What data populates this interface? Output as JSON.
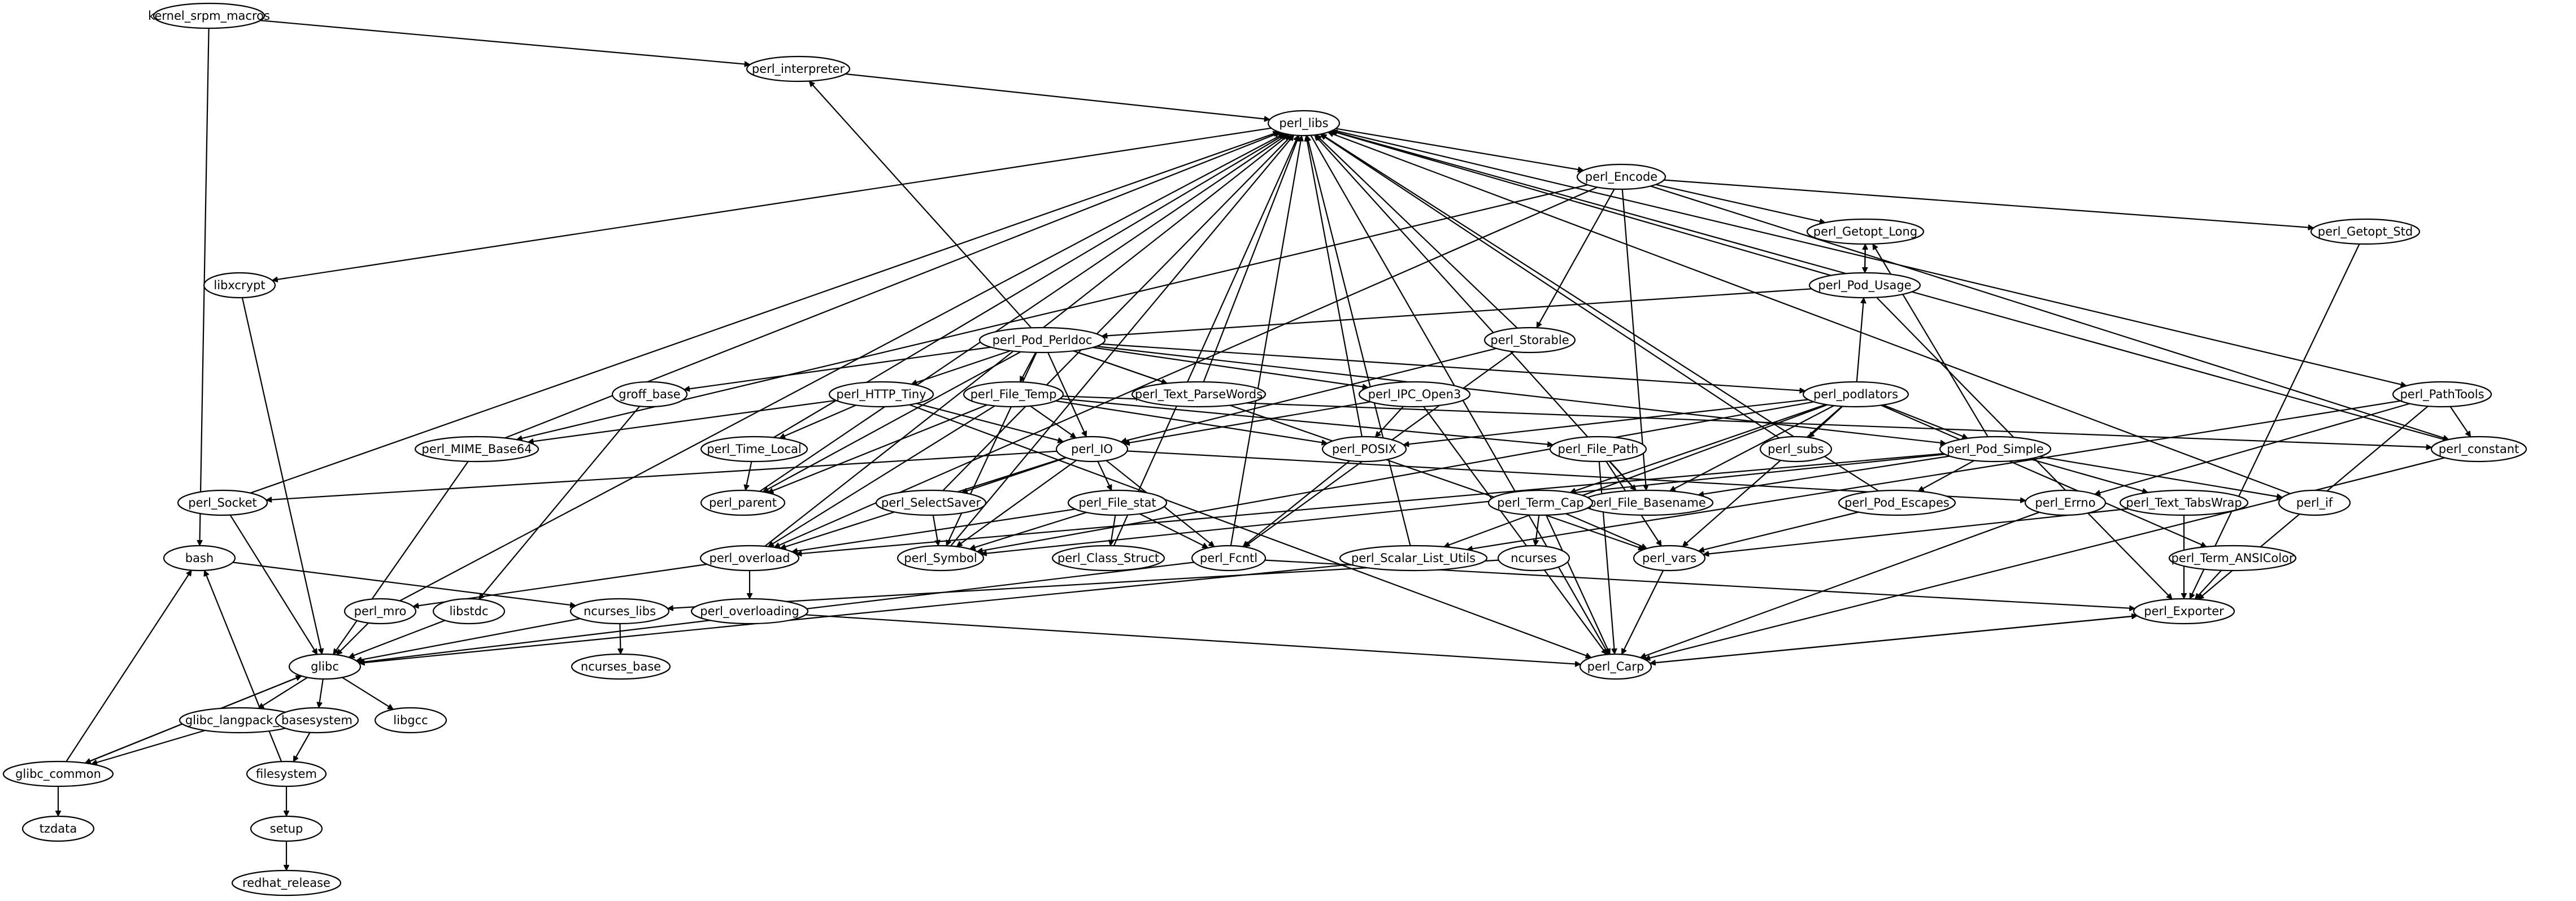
{
  "diagram": {
    "type": "dependency-graph",
    "nodes": [
      {
        "id": "kernel_srpm_macros",
        "label": "kernel_srpm_macros"
      },
      {
        "id": "perl_interpreter",
        "label": "perl_interpreter"
      },
      {
        "id": "perl_libs",
        "label": "perl_libs"
      },
      {
        "id": "perl_Encode",
        "label": "perl_Encode"
      },
      {
        "id": "perl_Getopt_Long",
        "label": "perl_Getopt_Long"
      },
      {
        "id": "perl_Getopt_Std",
        "label": "perl_Getopt_Std"
      },
      {
        "id": "perl_Pod_Usage",
        "label": "perl_Pod_Usage"
      },
      {
        "id": "libxcrypt",
        "label": "libxcrypt"
      },
      {
        "id": "perl_Pod_Perldoc",
        "label": "perl_Pod_Perldoc"
      },
      {
        "id": "perl_Storable",
        "label": "perl_Storable"
      },
      {
        "id": "groff_base",
        "label": "groff_base"
      },
      {
        "id": "perl_HTTP_Tiny",
        "label": "perl_HTTP_Tiny"
      },
      {
        "id": "perl_File_Temp",
        "label": "perl_File_Temp"
      },
      {
        "id": "perl_Text_ParseWords",
        "label": "perl_Text_ParseWords"
      },
      {
        "id": "perl_IPC_Open3",
        "label": "perl_IPC_Open3"
      },
      {
        "id": "perl_podlators",
        "label": "perl_podlators"
      },
      {
        "id": "perl_PathTools",
        "label": "perl_PathTools"
      },
      {
        "id": "perl_MIME_Base64",
        "label": "perl_MIME_Base64"
      },
      {
        "id": "perl_Time_Local",
        "label": "perl_Time_Local"
      },
      {
        "id": "perl_IO",
        "label": "perl_IO"
      },
      {
        "id": "perl_POSIX",
        "label": "perl_POSIX"
      },
      {
        "id": "perl_File_Path",
        "label": "perl_File_Path"
      },
      {
        "id": "perl_subs",
        "label": "perl_subs"
      },
      {
        "id": "perl_Pod_Simple",
        "label": "perl_Pod_Simple"
      },
      {
        "id": "perl_constant",
        "label": "perl_constant"
      },
      {
        "id": "perl_Socket",
        "label": "perl_Socket"
      },
      {
        "id": "perl_parent",
        "label": "perl_parent"
      },
      {
        "id": "perl_SelectSaver",
        "label": "perl_SelectSaver"
      },
      {
        "id": "perl_File_stat",
        "label": "perl_File_stat"
      },
      {
        "id": "perl_File_Basename",
        "label": "perl_File_Basename"
      },
      {
        "id": "perl_Errno",
        "label": "perl_Errno"
      },
      {
        "id": "perl_Text_TabsWrap",
        "label": "perl_Text_TabsWrap"
      },
      {
        "id": "perl_if",
        "label": "perl_if"
      },
      {
        "id": "perl_Term_Cap",
        "label": "perl_Term_Cap"
      },
      {
        "id": "perl_Pod_Escapes",
        "label": "perl_Pod_Escapes"
      },
      {
        "id": "bash",
        "label": "bash"
      },
      {
        "id": "perl_overload",
        "label": "perl_overload"
      },
      {
        "id": "perl_Symbol",
        "label": "perl_Symbol"
      },
      {
        "id": "perl_Class_Struct",
        "label": "perl_Class_Struct"
      },
      {
        "id": "perl_Fcntl",
        "label": "perl_Fcntl"
      },
      {
        "id": "perl_Scalar_List_Utils",
        "label": "perl_Scalar_List_Utils"
      },
      {
        "id": "ncurses",
        "label": "ncurses"
      },
      {
        "id": "perl_vars",
        "label": "perl_vars"
      },
      {
        "id": "perl_Term_ANSIColor",
        "label": "perl_Term_ANSIColor"
      },
      {
        "id": "perl_mro",
        "label": "perl_mro"
      },
      {
        "id": "libstdc",
        "label": "libstdc"
      },
      {
        "id": "ncurses_libs",
        "label": "ncurses_libs"
      },
      {
        "id": "perl_overloading",
        "label": "perl_overloading"
      },
      {
        "id": "perl_Exporter",
        "label": "perl_Exporter"
      },
      {
        "id": "glibc",
        "label": "glibc"
      },
      {
        "id": "ncurses_base",
        "label": "ncurses_base"
      },
      {
        "id": "perl_Carp",
        "label": "perl_Carp"
      },
      {
        "id": "glibc_langpack_en",
        "label": "glibc_langpack_en"
      },
      {
        "id": "basesystem",
        "label": "basesystem"
      },
      {
        "id": "libgcc",
        "label": "libgcc"
      },
      {
        "id": "glibc_common",
        "label": "glibc_common"
      },
      {
        "id": "filesystem",
        "label": "filesystem"
      },
      {
        "id": "tzdata",
        "label": "tzdata"
      },
      {
        "id": "setup",
        "label": "setup"
      },
      {
        "id": "redhat_release",
        "label": "redhat_release"
      }
    ],
    "edges": [
      [
        "kernel_srpm_macros",
        "perl_interpreter"
      ],
      [
        "kernel_srpm_macros",
        "bash"
      ],
      [
        "perl_interpreter",
        "perl_libs"
      ],
      [
        "perl_libs",
        "perl_Encode"
      ],
      [
        "perl_libs",
        "libxcrypt"
      ],
      [
        "perl_libs",
        "perl_PathTools"
      ],
      [
        "perl_libs",
        "perl_Carp"
      ],
      [
        "perl_Encode",
        "perl_Getopt_Long"
      ],
      [
        "perl_Encode",
        "perl_Getopt_Std"
      ],
      [
        "perl_Encode",
        "perl_Storable"
      ],
      [
        "perl_Encode",
        "perl_MIME_Base64"
      ],
      [
        "perl_Encode",
        "perl_File_Basename"
      ],
      [
        "perl_Encode",
        "perl_constant"
      ],
      [
        "perl_Encode",
        "perl_overload"
      ],
      [
        "perl_Getopt_Long",
        "perl_Pod_Usage"
      ],
      [
        "perl_Pod_Usage",
        "perl_Getopt_Long"
      ],
      [
        "perl_Pod_Usage",
        "perl_libs"
      ],
      [
        "perl_Pod_Usage",
        "perl_Pod_Perldoc"
      ],
      [
        "perl_Pod_Usage",
        "perl_Exporter"
      ],
      [
        "perl_Getopt_Std",
        "perl_Exporter"
      ],
      [
        "libxcrypt",
        "glibc"
      ],
      [
        "perl_Pod_Perldoc",
        "perl_interpreter"
      ],
      [
        "perl_Pod_Perldoc",
        "groff_base"
      ],
      [
        "perl_Pod_Perldoc",
        "perl_HTTP_Tiny"
      ],
      [
        "perl_Pod_Perldoc",
        "perl_File_Temp"
      ],
      [
        "perl_Pod_Perldoc",
        "perl_Text_ParseWords"
      ],
      [
        "perl_Pod_Perldoc",
        "perl_IPC_Open3"
      ],
      [
        "perl_Pod_Perldoc",
        "perl_podlators"
      ],
      [
        "perl_Pod_Perldoc",
        "perl_IO"
      ],
      [
        "perl_Pod_Perldoc",
        "perl_parent"
      ],
      [
        "perl_Pod_Perldoc",
        "perl_Symbol"
      ],
      [
        "perl_Pod_Perldoc",
        "perl_vars"
      ],
      [
        "perl_Pod_Perldoc",
        "perl_Pod_Simple"
      ],
      [
        "perl_Storable",
        "perl_libs"
      ],
      [
        "perl_Storable",
        "perl_IO"
      ],
      [
        "perl_Storable",
        "perl_Fcntl"
      ],
      [
        "groff_base",
        "libstdc"
      ],
      [
        "perl_HTTP_Tiny",
        "perl_MIME_Base64"
      ],
      [
        "perl_HTTP_Tiny",
        "perl_Time_Local"
      ],
      [
        "perl_HTTP_Tiny",
        "perl_IO"
      ],
      [
        "perl_HTTP_Tiny",
        "perl_Carp"
      ],
      [
        "perl_File_Temp",
        "perl_IO"
      ],
      [
        "perl_File_Temp",
        "perl_POSIX"
      ],
      [
        "perl_File_Temp",
        "perl_File_Path"
      ],
      [
        "perl_File_Temp",
        "perl_parent"
      ],
      [
        "perl_File_Temp",
        "perl_overload"
      ],
      [
        "perl_File_Temp",
        "perl_constant"
      ],
      [
        "perl_Text_ParseWords",
        "perl_libs"
      ],
      [
        "perl_IPC_Open3",
        "perl_POSIX"
      ],
      [
        "perl_IPC_Open3",
        "perl_IO"
      ],
      [
        "perl_IPC_Open3",
        "perl_Carp"
      ],
      [
        "perl_podlators",
        "perl_Pod_Usage"
      ],
      [
        "perl_podlators",
        "perl_subs"
      ],
      [
        "perl_podlators",
        "perl_Pod_Simple"
      ],
      [
        "perl_podlators",
        "perl_POSIX"
      ],
      [
        "perl_podlators",
        "perl_Term_Cap"
      ],
      [
        "perl_podlators",
        "perl_Term_ANSIColor"
      ],
      [
        "perl_podlators",
        "perl_File_Basename"
      ],
      [
        "perl_podlators",
        "perl_vars"
      ],
      [
        "perl_podlators",
        "perl_Scalar_List_Utils"
      ],
      [
        "perl_podlators",
        "perl_Symbol"
      ],
      [
        "perl_PathTools",
        "perl_constant"
      ],
      [
        "perl_PathTools",
        "perl_Errno"
      ],
      [
        "perl_PathTools",
        "perl_Exporter"
      ],
      [
        "perl_PathTools",
        "perl_Scalar_List_Utils"
      ],
      [
        "perl_MIME_Base64",
        "perl_libs"
      ],
      [
        "perl_MIME_Base64",
        "glibc"
      ],
      [
        "perl_Time_Local",
        "perl_libs"
      ],
      [
        "perl_Time_Local",
        "perl_parent"
      ],
      [
        "perl_IO",
        "perl_Socket"
      ],
      [
        "perl_IO",
        "perl_SelectSaver"
      ],
      [
        "perl_IO",
        "perl_File_stat"
      ],
      [
        "perl_IO",
        "perl_Symbol"
      ],
      [
        "perl_IO",
        "perl_Fcntl"
      ],
      [
        "perl_IO",
        "perl_Errno"
      ],
      [
        "perl_IO",
        "perl_overload"
      ],
      [
        "perl_POSIX",
        "perl_libs"
      ],
      [
        "perl_POSIX",
        "perl_Fcntl"
      ],
      [
        "perl_File_Path",
        "perl_File_Basename"
      ],
      [
        "perl_File_Path",
        "perl_vars"
      ],
      [
        "perl_File_Path",
        "perl_Carp"
      ],
      [
        "perl_subs",
        "perl_libs"
      ],
      [
        "perl_Pod_Simple",
        "perl_Getopt_Long"
      ],
      [
        "perl_Pod_Simple",
        "perl_Pod_Escapes"
      ],
      [
        "perl_Pod_Simple",
        "perl_Text_TabsWrap"
      ],
      [
        "perl_Pod_Simple",
        "perl_if"
      ],
      [
        "perl_Pod_Simple",
        "perl_File_Basename"
      ],
      [
        "perl_Pod_Simple",
        "perl_overload"
      ],
      [
        "perl_Pod_Simple",
        "perl_Symbol"
      ],
      [
        "perl_constant",
        "perl_libs"
      ],
      [
        "perl_constant",
        "perl_Carp"
      ],
      [
        "perl_Socket",
        "perl_libs"
      ],
      [
        "perl_Socket",
        "glibc"
      ],
      [
        "perl_parent",
        "perl_libs"
      ],
      [
        "perl_SelectSaver",
        "perl_libs"
      ],
      [
        "perl_SelectSaver",
        "perl_Symbol"
      ],
      [
        "perl_File_stat",
        "perl_Class_Struct"
      ],
      [
        "perl_File_stat",
        "perl_Symbol"
      ],
      [
        "perl_File_stat",
        "perl_Fcntl"
      ],
      [
        "perl_File_stat",
        "perl_overload"
      ],
      [
        "perl_File_Basename",
        "perl_libs"
      ],
      [
        "perl_Errno",
        "perl_Carp"
      ],
      [
        "perl_Text_TabsWrap",
        "perl_vars"
      ],
      [
        "perl_Text_TabsWrap",
        "perl_Exporter"
      ],
      [
        "perl_if",
        "perl_libs"
      ],
      [
        "perl_Term_Cap",
        "perl_vars"
      ],
      [
        "perl_Term_Cap",
        "ncurses"
      ],
      [
        "perl_Term_Cap",
        "perl_Carp"
      ],
      [
        "perl_Pod_Escapes",
        "perl_libs"
      ],
      [
        "perl_Pod_Escapes",
        "perl_vars"
      ],
      [
        "bash",
        "ncurses_libs"
      ],
      [
        "perl_overload",
        "perl_libs"
      ],
      [
        "perl_overload",
        "perl_overloading"
      ],
      [
        "perl_overload",
        "perl_mro"
      ],
      [
        "perl_Symbol",
        "perl_libs"
      ],
      [
        "perl_Class_Struct",
        "perl_libs"
      ],
      [
        "perl_Fcntl",
        "perl_libs"
      ],
      [
        "perl_Fcntl",
        "perl_Exporter"
      ],
      [
        "perl_Fcntl",
        "glibc"
      ],
      [
        "perl_Scalar_List_Utils",
        "perl_libs"
      ],
      [
        "perl_Scalar_List_Utils",
        "glibc"
      ],
      [
        "ncurses",
        "ncurses_libs"
      ],
      [
        "perl_vars",
        "perl_Carp"
      ],
      [
        "perl_Term_ANSIColor",
        "perl_Exporter"
      ],
      [
        "perl_mro",
        "perl_libs"
      ],
      [
        "perl_mro",
        "glibc"
      ],
      [
        "libstdc",
        "glibc"
      ],
      [
        "ncurses_libs",
        "ncurses_base"
      ],
      [
        "ncurses_libs",
        "glibc"
      ],
      [
        "perl_overloading",
        "perl_Carp"
      ],
      [
        "perl_Exporter",
        "perl_Carp"
      ],
      [
        "perl_Carp",
        "perl_Exporter"
      ],
      [
        "glibc",
        "glibc_langpack_en"
      ],
      [
        "glibc",
        "basesystem"
      ],
      [
        "glibc",
        "libgcc"
      ],
      [
        "glibc",
        "glibc_common"
      ],
      [
        "glibc_langpack_en",
        "glibc_common"
      ],
      [
        "basesystem",
        "filesystem"
      ],
      [
        "glibc_common",
        "glibc"
      ],
      [
        "glibc_common",
        "bash"
      ],
      [
        "glibc_common",
        "tzdata"
      ],
      [
        "filesystem",
        "bash"
      ],
      [
        "filesystem",
        "setup"
      ],
      [
        "setup",
        "redhat_release"
      ]
    ]
  }
}
